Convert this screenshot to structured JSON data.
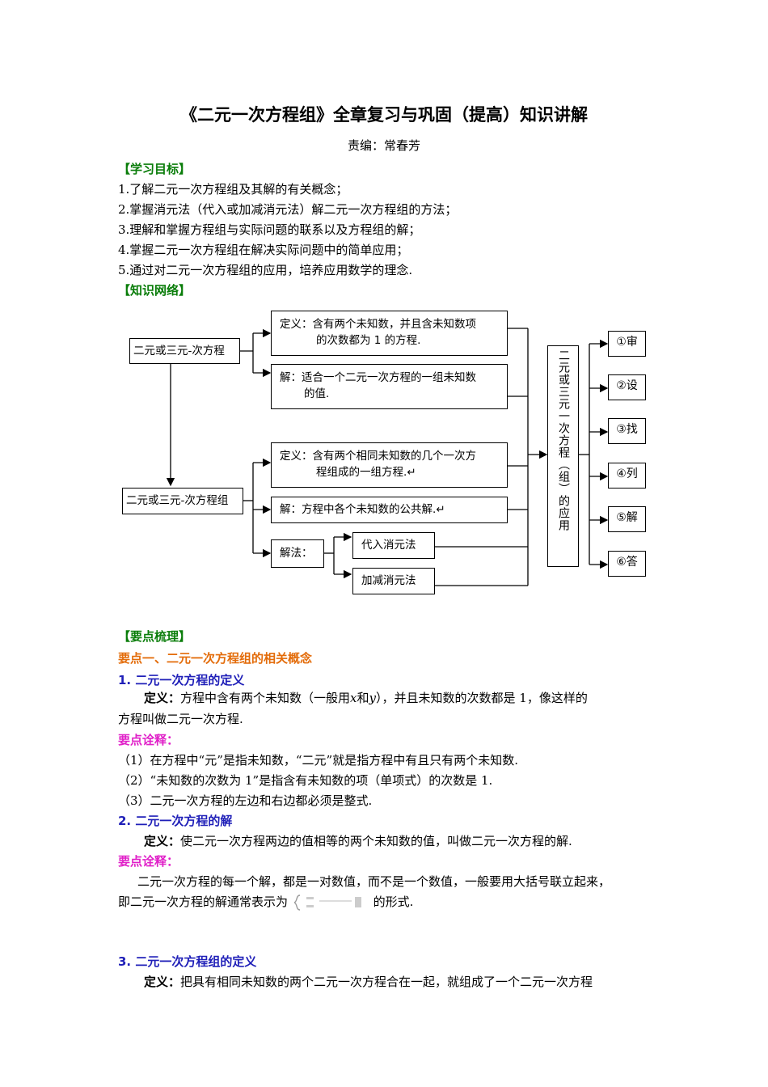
{
  "title": "《二元一次方程组》全章复习与巩固（提高）知识讲解",
  "editor": "责编：常春芳",
  "goals": {
    "heading": "【学习目标】",
    "items": [
      "1.了解二元一次方程组及其解的有关概念；",
      "2.掌握消元法（代入或加减消元法）解二元一次方程组的方法；",
      "3.理解和掌握方程组与实际问题的联系以及方程组的解；",
      "4.掌握二元一次方程组在解决实际问题中的简单应用；",
      "5.通过对二元一次方程组的应用，培养应用数学的理念."
    ]
  },
  "network": {
    "heading": "【知识网络】",
    "eq_box": "二元或三元-次方程",
    "eq_def_line1": "定义：含有两个未知数，并且含未知数项",
    "eq_def_line2": "的次数都为 1 的方程.",
    "eq_sol_line1": "解：适合一个二元一次方程的一组未知数",
    "eq_sol_line2": "的值.",
    "sys_box": "二元或三元-次方程组",
    "sys_def_line1": "定义：含有两个相同未知数的几个一次方",
    "sys_def_line2": "程组成的一组方程.↵",
    "sys_sol": "解：方程中各个未知数的公共解.↵",
    "method_label": "解法：",
    "method_sub": "代入消元法",
    "method_add": "加减消元法",
    "application": "二元或三元一次方程（组）的应用",
    "steps": [
      "①审",
      "②设",
      "③找",
      "④列",
      "⑤解",
      "⑥答"
    ]
  },
  "points": {
    "heading": "【要点梳理】",
    "point1": "要点一、二元一次方程组的相关概念",
    "s1_title": "1.  二元一次方程的定义",
    "s1_def_label": "定义：",
    "s1_def_text": "方程中含有两个未知数（一般用",
    "s1_var_x": "x",
    "s1_and": "和",
    "s1_var_y": "y",
    "s1_def_text2": "），并且未知数的次数都是 1，像这样的",
    "s1_def_cont": "方程叫做二元一次方程.",
    "explain_label": "要点诠释：",
    "s1_notes": [
      "（1）在方程中“元”是指未知数，“二元”就是指方程中有且只有两个未知数.",
      "（2）“未知数的次数为 1”是指含有未知数的项（单项式）的次数是 1.",
      "（3）二元一次方程的左边和右边都必须是整式."
    ],
    "s2_title": "2. 二元一次方程的解",
    "s2_def_label": "定义：",
    "s2_def_text": "使二元一次方程两边的值相等的两个未知数的值，叫做二元一次方程的解.",
    "s2_explain_line1": "二元一次方程的每一个解，都是一对数值，而不是一个数值，一般要用大括号联立起来，",
    "s2_explain_line2a": "即二元一次方程的解通常表示为",
    "s2_explain_line2b": "的形式.",
    "s3_title": "3.  二元一次方程组的定义",
    "s3_def_label": "定义：",
    "s3_def_text": "把具有相同未知数的两个二元一次方程合在一起，就组成了一个二元一次方程"
  }
}
